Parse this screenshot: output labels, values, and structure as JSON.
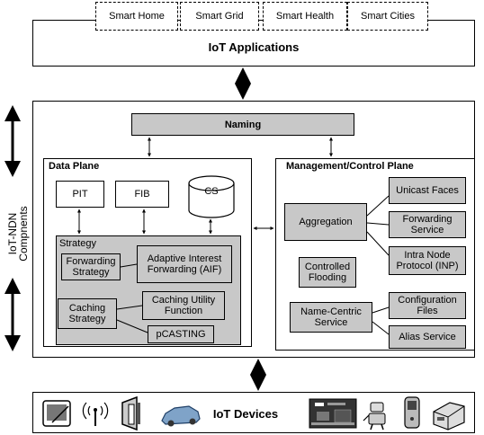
{
  "applications": {
    "items": [
      "Smart Home",
      "Smart Grid",
      "Smart Health",
      "Smart Cities"
    ],
    "title": "IoT Applications"
  },
  "components_label": "IoT-NDN Compnents",
  "naming": "Naming",
  "data_plane": {
    "title": "Data Plane",
    "pit": "PIT",
    "fib": "FIB",
    "cs": "CS",
    "strategy": {
      "title": "Strategy",
      "forwarding_strategy": "Forwarding Strategy",
      "aif": "Adaptive Interest Forwarding (AIF)",
      "caching_strategy": "Caching Strategy",
      "caching_utility": "Caching Utility Function",
      "pcasting": "pCASTING"
    }
  },
  "management_plane": {
    "title": "Management/Control Plane",
    "unicast_faces": "Unicast Faces",
    "aggregation": "Aggregation",
    "forwarding_service": "Forwarding Service",
    "inp": "Intra Node Protocol (INP)",
    "controlled_flooding": "Controlled Flooding",
    "configuration_files": "Configuration Files",
    "name_centric": "Name-Centric Service",
    "alias_service": "Alias Service"
  },
  "devices": {
    "title": "IoT Devices",
    "icons": [
      "tablet-icon",
      "antenna-icon",
      "door-sensor-icon",
      "car-icon",
      "circuit-board-icon",
      "robot-icon",
      "phone-icon",
      "printer-icon"
    ]
  }
}
